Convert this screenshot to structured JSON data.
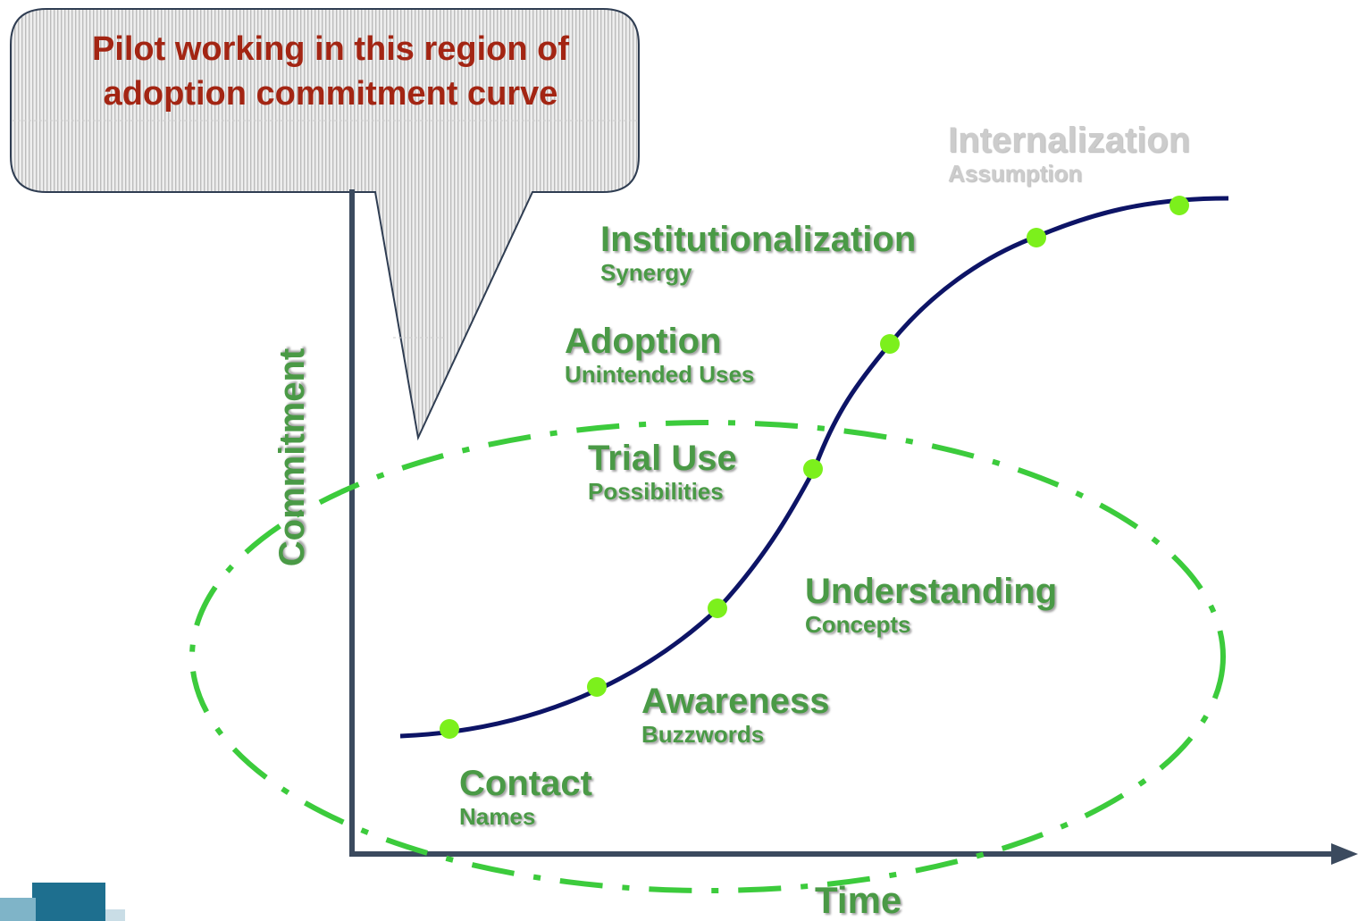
{
  "callout": {
    "text": "Pilot working in this region of adoption commitment curve",
    "color": "#a32513"
  },
  "axes": {
    "y_label": "Commitment",
    "x_label": "Time"
  },
  "stages": [
    {
      "name": "Contact",
      "sub": "Names"
    },
    {
      "name": "Awareness",
      "sub": "Buzzwords"
    },
    {
      "name": "Understanding",
      "sub": "Concepts"
    },
    {
      "name": "Trial Use",
      "sub": "Possibilities"
    },
    {
      "name": "Adoption",
      "sub": "Unintended Uses"
    },
    {
      "name": "Institutionalization",
      "sub": "Synergy"
    },
    {
      "name": "Internalization",
      "sub": "Assumption"
    }
  ],
  "colors": {
    "stage_text": "#4a9a46",
    "faded_text": "#cccccc",
    "curve": "#0d1466",
    "dots": "#7cf01c",
    "ellipse": "#3ccb3c",
    "axis": "#3b4a5e"
  }
}
